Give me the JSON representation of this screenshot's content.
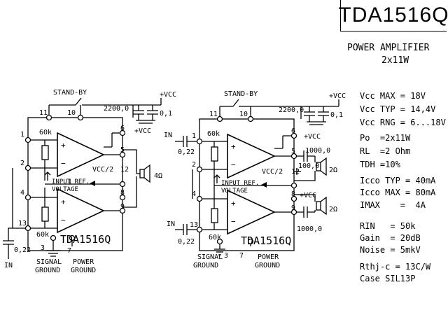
{
  "title": "TDA1516Q",
  "description": {
    "line1": "POWER AMPLIFIER",
    "line2": "2x11W"
  },
  "specs": {
    "vcc_max": "Vcc MAX = 18V",
    "vcc_typ": "Vcc TYP = 14,4V",
    "vcc_rng": "Vcc RNG = 6...18V",
    "po": "Po  =2x11W",
    "rl": "RL  =2 Ohm",
    "tdh": "TDH =10%",
    "icco_typ": "Icco TYP = 40mA",
    "icco_max": "Icco MAX = 80mA",
    "imax": "IMAX    =  4A",
    "rin": "RIN   = 50k",
    "gain": "Gain  = 20dB",
    "noise": "Noise = 5mkV",
    "rthj": "Rthj-c = 13C/W",
    "case": "Case SIL13P"
  },
  "left_circuit": {
    "standby": "STAND-BY",
    "vcc_top": "+VCC",
    "vcc_mid": "+VCC",
    "cap_bulk": "2200,0",
    "cap_small": "0,1",
    "res_top": "60k",
    "res_bot": "60k",
    "ref_voltage": "VCC/2",
    "input_ref_1": "INPUT REF.",
    "input_ref_2": "VOLTAGE",
    "chip_label": "TDA1516Q",
    "speaker": "4Ω",
    "cap_in": "0,22",
    "in_label": "IN",
    "signal_ground_1": "SIGNAL",
    "signal_ground_2": "GROUND",
    "power_ground_1": "POWER",
    "power_ground_2": "GROUND",
    "pins": [
      "1",
      "2",
      "4",
      "13",
      "11",
      "10",
      "6",
      "5",
      "12",
      "8",
      "9",
      "3",
      "7"
    ]
  },
  "right_circuit": {
    "standby": "STAND-BY",
    "vcc_top": "+VCC",
    "vcc_mid": "+VCC",
    "vcc_low": "+VCC",
    "cap_bulk": "2200,0",
    "cap_small": "0,1",
    "res_top": "60k",
    "res_bot": "60k",
    "ref_voltage": "VCC/2",
    "input_ref_1": "INPUT REF.",
    "input_ref_2": "VOLTAGE",
    "chip_label": "TDA1516Q",
    "cap_out_1": "1000,0",
    "cap_out_2": "100,0",
    "cap_out_3": "1000,0",
    "speaker_1": "2Ω",
    "speaker_2": "2Ω",
    "cap_in_1": "0,22",
    "cap_in_2": "0,22",
    "in_label_1": "IN",
    "in_label_2": "IN",
    "signal_ground_1": "SIGNAL",
    "signal_ground_2": "GROUND",
    "power_ground_1": "POWER",
    "power_ground_2": "GROUND",
    "pins": [
      "1",
      "2",
      "4",
      "13",
      "11",
      "10",
      "6",
      "5",
      "12",
      "8",
      "9",
      "3",
      "7"
    ]
  }
}
